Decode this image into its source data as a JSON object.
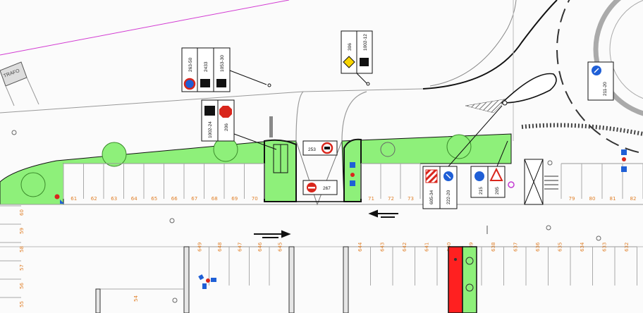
{
  "trafo_label": "TRAFO",
  "sign_groups": {
    "g1": [
      "263-50",
      "2433",
      "1053-30"
    ],
    "g2": [
      "306",
      "1002-12"
    ],
    "g3": [
      "1002-24",
      "206"
    ],
    "g4": [
      "253"
    ],
    "g5": [
      "267"
    ],
    "g6": [
      "605-34",
      "222-20"
    ],
    "g7": [
      "215",
      "205"
    ],
    "g8": [
      "211-20"
    ]
  },
  "parking_top_left": [
    "61",
    "62",
    "63",
    "64",
    "65",
    "66",
    "67",
    "68",
    "69",
    "70"
  ],
  "parking_top_mid": [
    "71",
    "72",
    "73"
  ],
  "parking_top_right": [
    "79",
    "80",
    "81",
    "82"
  ],
  "parking_row_a": [
    "649",
    "648",
    "647",
    "646",
    "645"
  ],
  "parking_row_b": [
    "644",
    "643",
    "642",
    "641",
    "640",
    "639",
    "638",
    "637",
    "636",
    "635",
    "634",
    "633",
    "632"
  ],
  "parking_left_col": [
    "60",
    "59",
    "58",
    "57",
    "56",
    "55"
  ],
  "parking_misc": [
    "54"
  ],
  "colors": {
    "green_area": "#8ef07a",
    "red_lane": "#ff2020",
    "sign_red": "#d9261c",
    "sign_blue": "#1f5fd6",
    "sign_yellow": "#f7d400",
    "magenta_line": "#d23bd2"
  }
}
